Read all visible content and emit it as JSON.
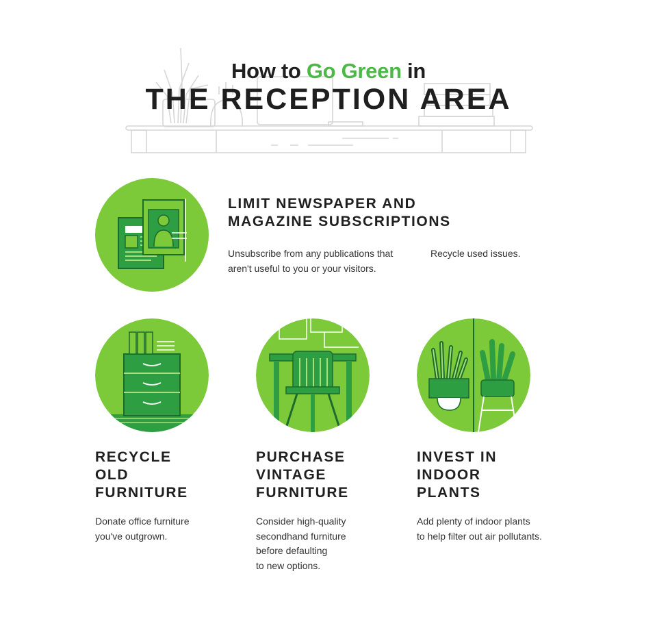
{
  "title": {
    "prefix": "How to ",
    "highlight": "Go Green",
    "suffix": " in",
    "main": "THE RECEPTION AREA"
  },
  "colors": {
    "accent_green": "#4cb847",
    "circle_green": "#7cc93a",
    "dark_green": "#2e9e43",
    "text_dark": "#1f1f1f",
    "line_gray": "#d6d6d6"
  },
  "tips": [
    {
      "icon": "newspaper-magazine-icon",
      "heading": "LIMIT NEWSPAPER AND\nMAGAZINE SUBSCRIPTIONS",
      "body": "Unsubscribe from any publications that\naren't useful to you or your visitors.",
      "body2": "Recycle used issues."
    },
    {
      "icon": "filing-cabinet-icon",
      "heading": "RECYCLE\nOLD\nFURNITURE",
      "body": "Donate office furniture\nyou've outgrown."
    },
    {
      "icon": "vintage-chair-icon",
      "heading": "PURCHASE\nVINTAGE\nFURNITURE",
      "body": "Consider high-quality\nsecondhand furniture\nbefore defaulting\nto new options."
    },
    {
      "icon": "indoor-plants-icon",
      "heading": "INVEST IN\nINDOOR\nPLANTS",
      "body": "Add plenty of indoor plants\nto help filter out air pollutants."
    }
  ]
}
